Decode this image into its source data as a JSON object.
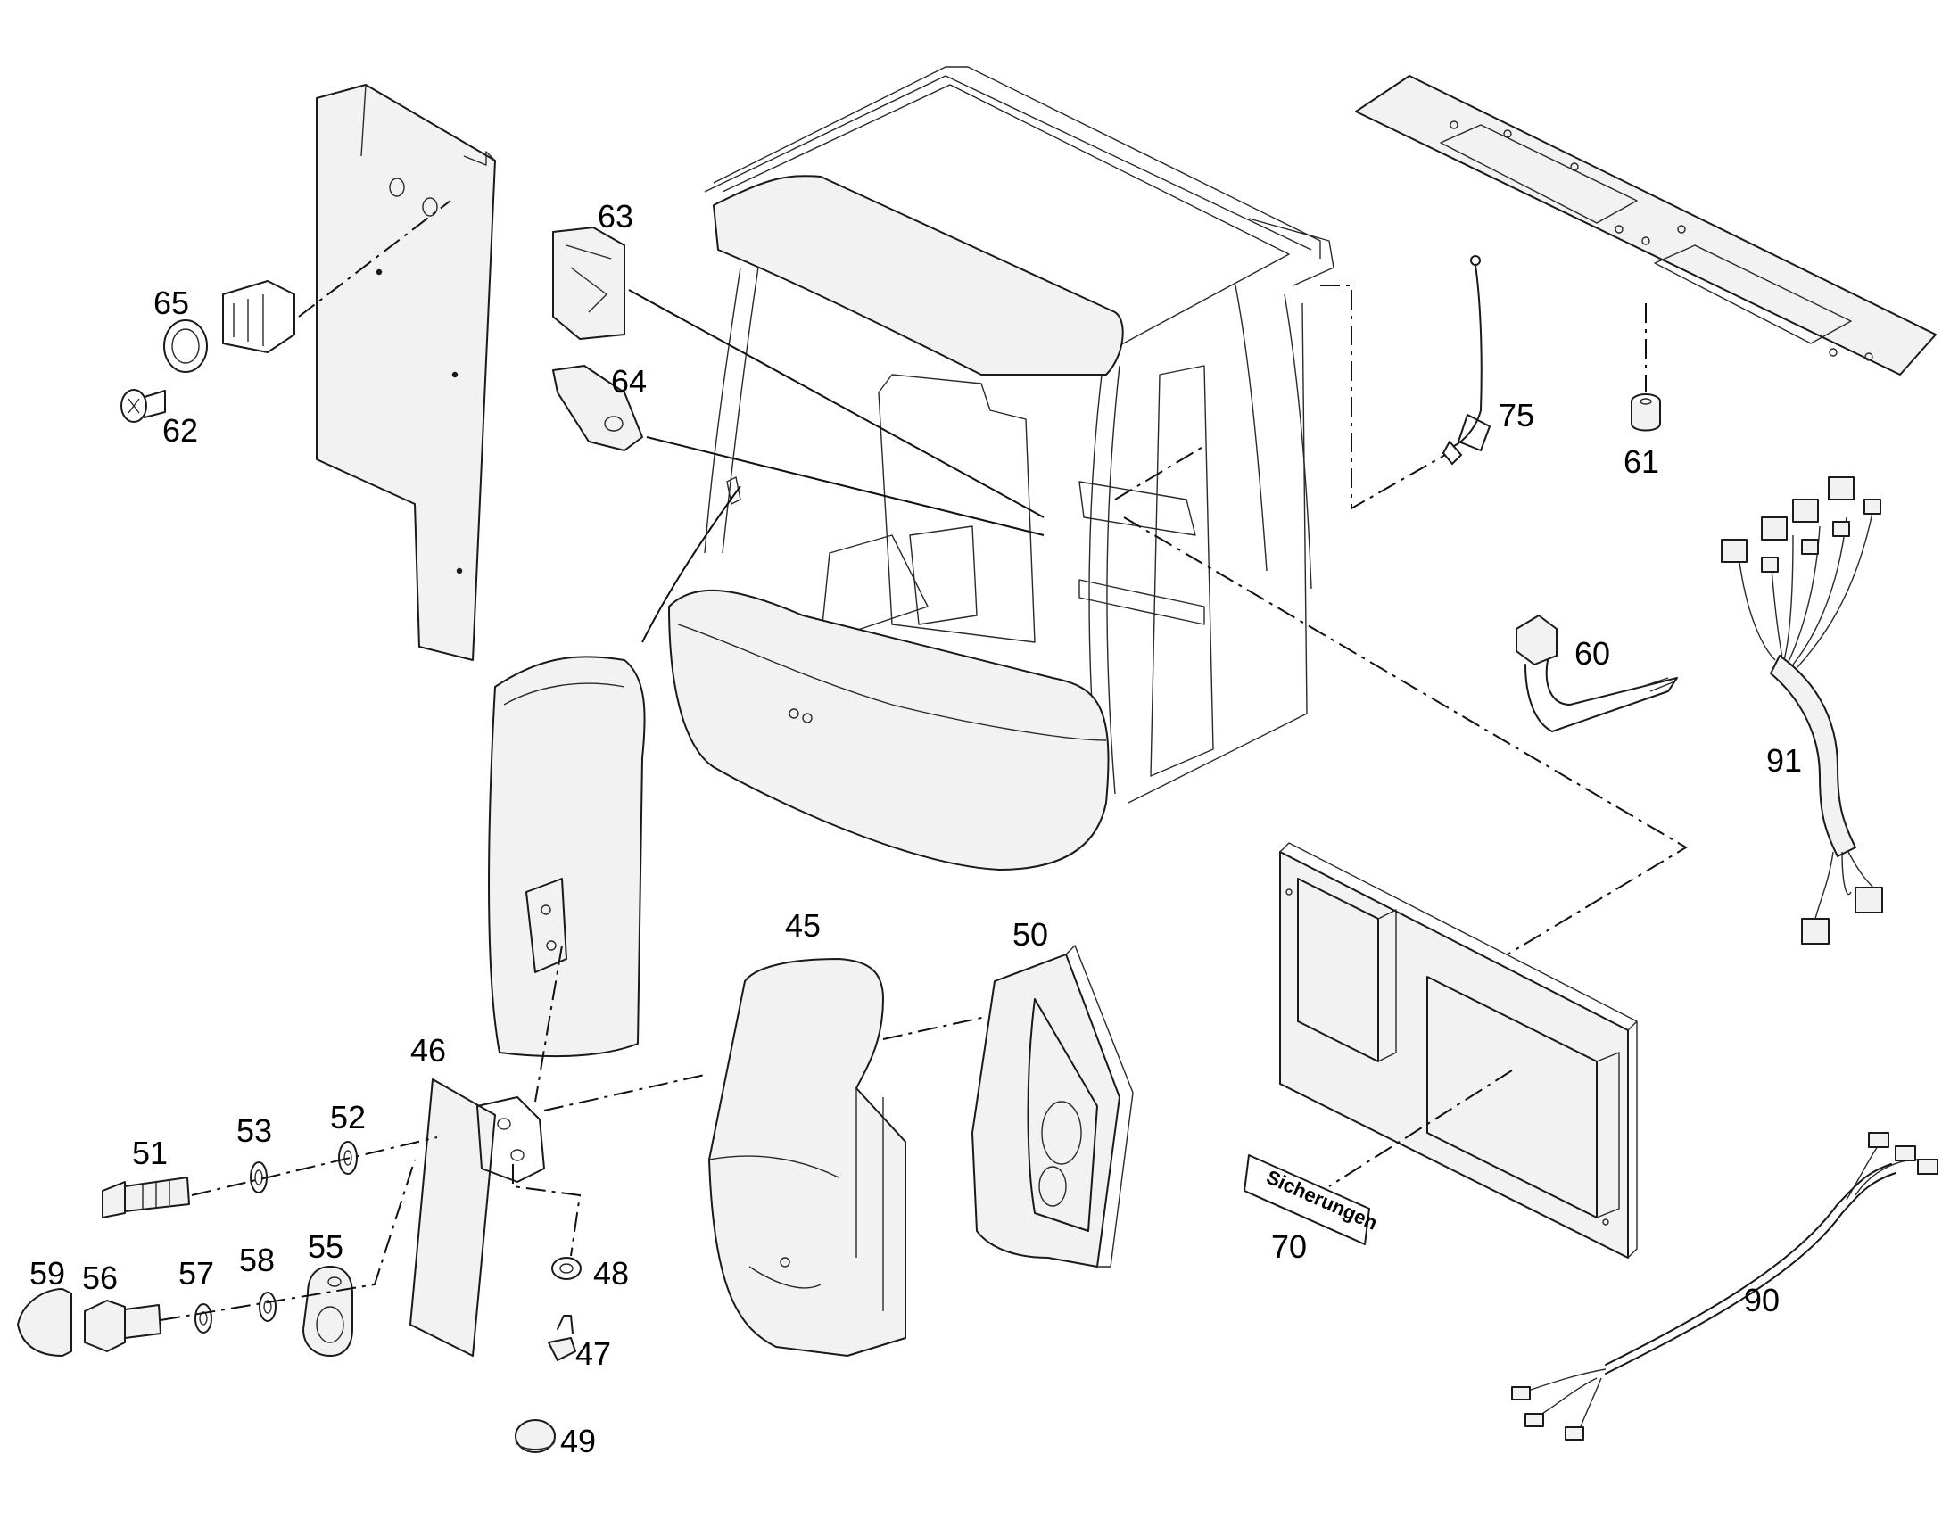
{
  "diagram": {
    "parts": [
      {
        "id": "p45",
        "number": "45"
      },
      {
        "id": "p46",
        "number": "46"
      },
      {
        "id": "p47",
        "number": "47"
      },
      {
        "id": "p48",
        "number": "48"
      },
      {
        "id": "p49",
        "number": "49"
      },
      {
        "id": "p50",
        "number": "50"
      },
      {
        "id": "p51",
        "number": "51"
      },
      {
        "id": "p52",
        "number": "52"
      },
      {
        "id": "p53",
        "number": "53"
      },
      {
        "id": "p55",
        "number": "55"
      },
      {
        "id": "p56",
        "number": "56"
      },
      {
        "id": "p57",
        "number": "57"
      },
      {
        "id": "p58",
        "number": "58"
      },
      {
        "id": "p59",
        "number": "59"
      },
      {
        "id": "p60",
        "number": "60"
      },
      {
        "id": "p61",
        "number": "61"
      },
      {
        "id": "p62",
        "number": "62"
      },
      {
        "id": "p63",
        "number": "63"
      },
      {
        "id": "p64",
        "number": "64"
      },
      {
        "id": "p65",
        "number": "65"
      },
      {
        "id": "p70",
        "number": "70"
      },
      {
        "id": "p75",
        "number": "75"
      },
      {
        "id": "p90",
        "number": "90"
      },
      {
        "id": "p91",
        "number": "91"
      }
    ],
    "label_plate_text": "Sicherungen",
    "colors": {
      "line": "#1a1a1a",
      "background": "#ffffff",
      "fill_light": "#f2f2f2"
    }
  }
}
